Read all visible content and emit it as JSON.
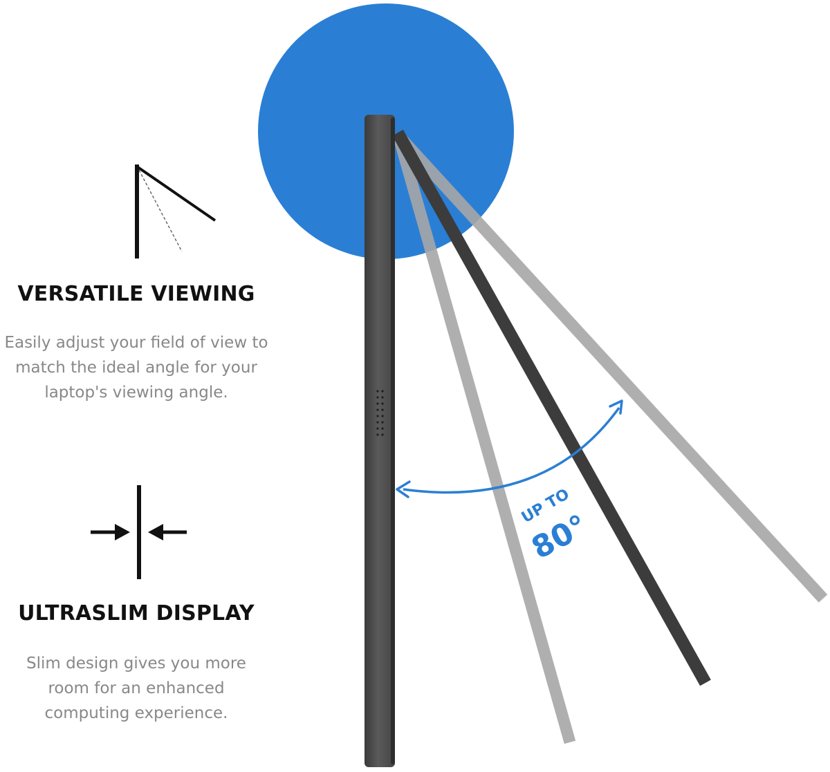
{
  "features": [
    {
      "id": "versatile",
      "icon": "hinge-angle-icon",
      "title": "VERSATILE VIEWING",
      "description": [
        "Easily adjust your field of view to",
        "match the ideal angle for your",
        "laptop's viewing angle."
      ]
    },
    {
      "id": "ultraslim",
      "icon": "slim-profile-arrows-icon",
      "title": "ULTRASLIM DISPLAY",
      "description": [
        "Slim design gives you more",
        "room for an enhanced",
        "computing experience."
      ]
    }
  ],
  "angle_callout": {
    "prefix": "UP TO",
    "value": "80°"
  },
  "colors": {
    "accent_blue": "#2a7fd4",
    "monitor_dark": "#4a4a4a",
    "panel_ghost": "#a6a6a6",
    "title_text": "#111111",
    "body_text": "#888888"
  }
}
